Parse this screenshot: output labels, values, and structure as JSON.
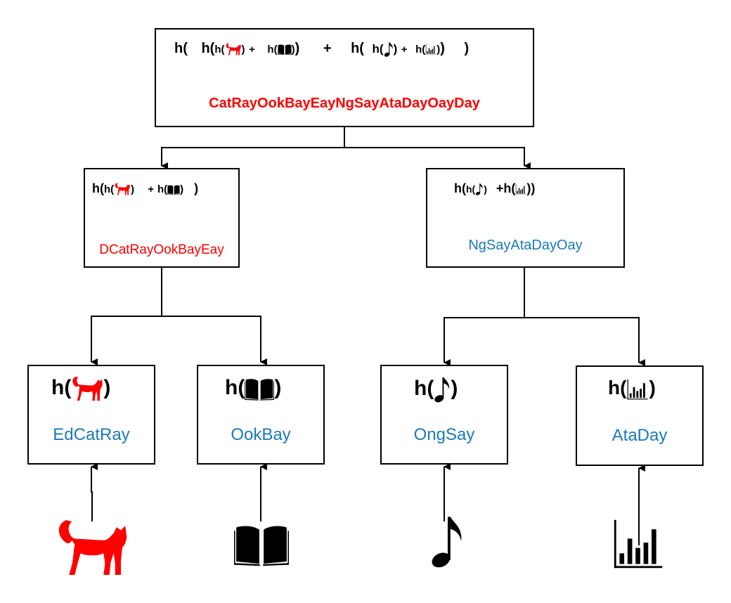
{
  "colors": {
    "red": "#ff0000",
    "blue": "#1a7ab8",
    "black": "#000000"
  },
  "icons": [
    "cat-icon",
    "book-icon",
    "music-note-icon",
    "bar-chart-icon"
  ],
  "hash_parts": {
    "h_open": "h(",
    "close": ")",
    "plus": "+"
  },
  "root": {
    "label": "CatRayOokBayEayNgSayAtaDayOayDay"
  },
  "left_mid": {
    "label": "DCatRayOokBayEay"
  },
  "right_mid": {
    "label": "NgSayAtaDayOay"
  },
  "leaves": {
    "cat": {
      "label": "EdCatRay"
    },
    "book": {
      "label": "OokBay"
    },
    "note": {
      "label": "OngSay"
    },
    "chart": {
      "label": "AtaDay"
    }
  }
}
